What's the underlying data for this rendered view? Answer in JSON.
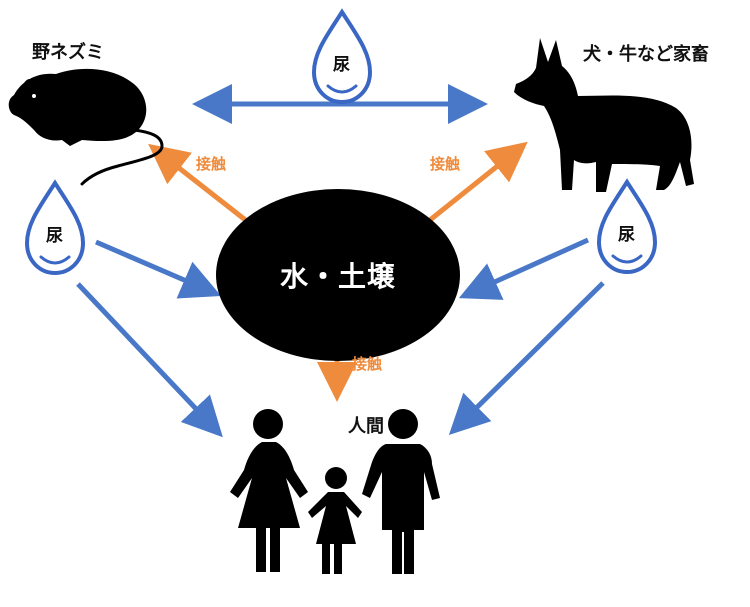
{
  "nodes": {
    "rat": "野ネズミ",
    "dog": "犬・牛など家畜",
    "center": "水・土壌",
    "human": "人間"
  },
  "edges": {
    "urine": "尿",
    "contact": "接触"
  },
  "colors": {
    "blue_arrow": "#4a78c8",
    "orange_arrow": "#ef8b3c",
    "center_fill": "#000000",
    "drop_stroke": "#3a67c4"
  },
  "icons": {
    "rat": "rat-silhouette-icon",
    "dog": "dog-silhouette-icon",
    "family": "family-silhouette-icon",
    "drop": "water-drop-icon"
  }
}
